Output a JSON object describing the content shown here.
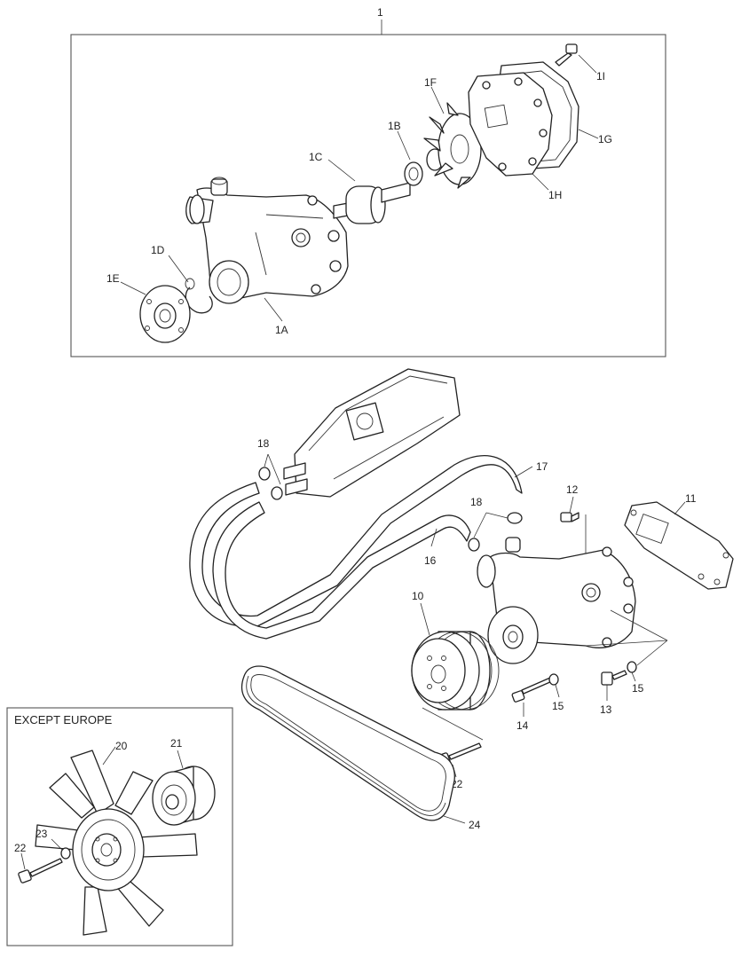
{
  "callouts": {
    "c1": "1",
    "c1A": "1A",
    "c1B": "1B",
    "c1C": "1C",
    "c1D": "1D",
    "c1E": "1E",
    "c1F": "1F",
    "c1G": "1G",
    "c1H": "1H",
    "c1I": "1I",
    "c10": "10",
    "c11": "11",
    "c12": "12",
    "c13": "13",
    "c14": "14",
    "c15a": "15",
    "c15b": "15",
    "c16": "16",
    "c17": "17",
    "c18a": "18",
    "c18b": "18",
    "c20": "20",
    "c21": "21",
    "c22a": "22",
    "c22b": "22",
    "c23": "23",
    "c24": "24"
  },
  "inset": {
    "title": "EXCEPT EUROPE"
  }
}
